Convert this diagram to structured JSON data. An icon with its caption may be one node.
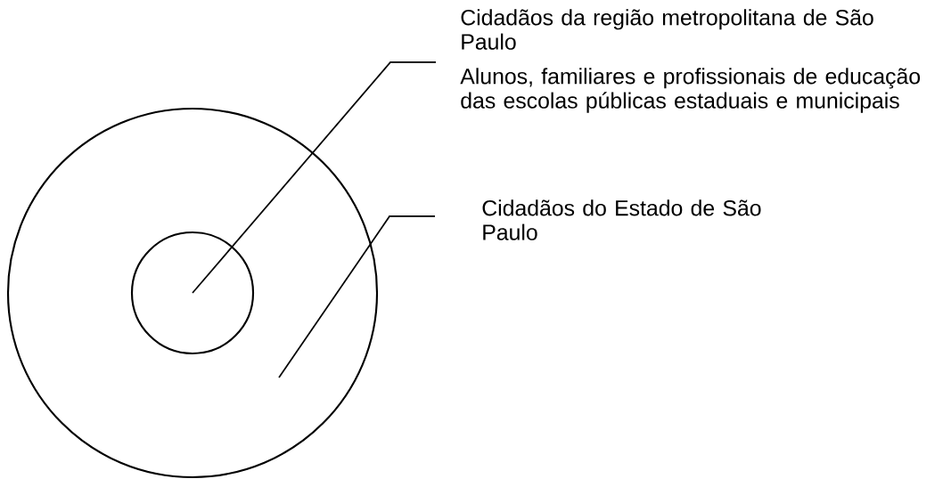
{
  "diagram": {
    "nodes": [
      {
        "text": [],
        "shape": "circle"
      },
      {
        "text": [],
        "shape": "circle",
        "in": 0
      },
      {
        "text": [
          "Alunos, familiares e profissionais de educação das escolas públicas estaduais e municipais"
        ]
      },
      {
        "text": [
          "Cidadãos do Estado de São Paulo"
        ]
      }
    ],
    "edges": [
      {
        "from": 2,
        "to": 1,
        "arrow": "none"
      },
      {
        "from": 3,
        "to": 0,
        "arrow": "none"
      }
    ],
    "labels": [
      "Cidadãos da região metropolitana de São Paulo"
    ]
  }
}
